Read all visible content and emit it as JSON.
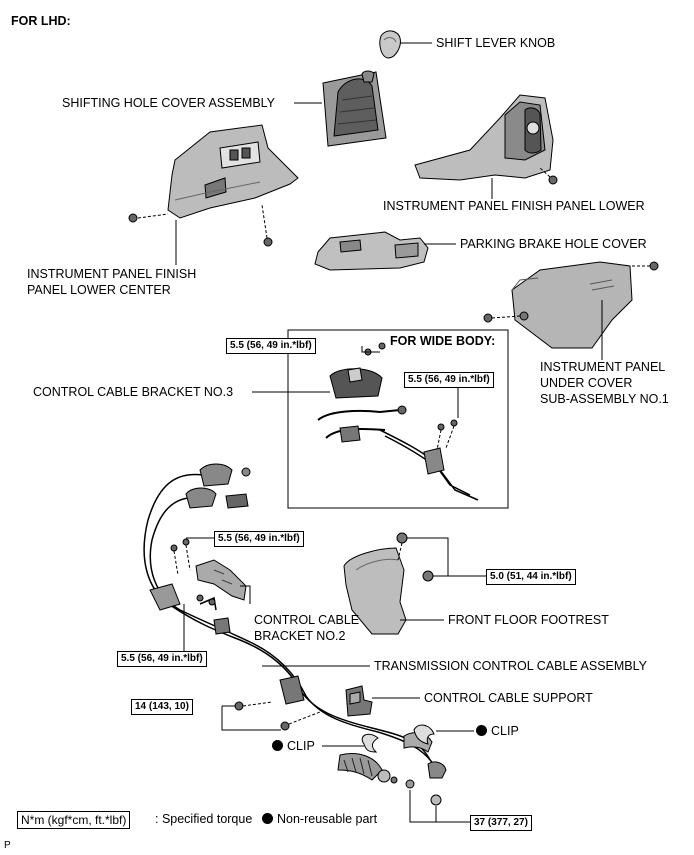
{
  "header": {
    "title": "FOR LHD:"
  },
  "parts": {
    "shift_lever_knob": "SHIFT LEVER KNOB",
    "shifting_hole_cover": "SHIFTING HOLE COVER ASSEMBLY",
    "ip_finish_panel_lower": "INSTRUMENT PANEL FINISH PANEL LOWER",
    "ip_finish_panel_lower_center_1": "INSTRUMENT PANEL FINISH",
    "ip_finish_panel_lower_center_2": "PANEL LOWER CENTER",
    "parking_brake_hole_cover": "PARKING BRAKE HOLE COVER",
    "ip_under_cover_1": "INSTRUMENT PANEL",
    "ip_under_cover_2": "UNDER COVER",
    "ip_under_cover_3": "SUB-ASSEMBLY NO.1",
    "wide_body": "FOR WIDE BODY:",
    "bracket_no3": "CONTROL CABLE BRACKET NO.3",
    "bracket_no2_1": "CONTROL CABLE",
    "bracket_no2_2": "BRACKET NO.2",
    "front_floor_footrest": "FRONT FLOOR FOOTREST",
    "transmission_cable": "TRANSMISSION CONTROL CABLE ASSEMBLY",
    "cable_support": "CONTROL CABLE SUPPORT",
    "clip_left": "CLIP",
    "clip_right": "CLIP"
  },
  "torques": {
    "wb_top": "5.5 (56, 49 in.*lbf)",
    "wb_right": "5.5 (56, 49 in.*lbf)",
    "mid": "5.5 (56, 49 in.*lbf)",
    "left": "5.5 (56, 49 in.*lbf)",
    "footrest": "5.0 (51, 44 in.*lbf)",
    "support": "14 (143, 10)",
    "bottom": "37 (377, 27)"
  },
  "legend": {
    "unit_box": "N*m (kgf*cm, ft.*lbf)",
    "unit_desc": ": Specified torque",
    "nonreusable": "Non-reusable part"
  },
  "footer": {
    "code": "P"
  },
  "colors": {
    "ink": "#000000",
    "paper": "#ffffff",
    "shade": "#bdbdbd",
    "dark": "#6e6e6e"
  }
}
